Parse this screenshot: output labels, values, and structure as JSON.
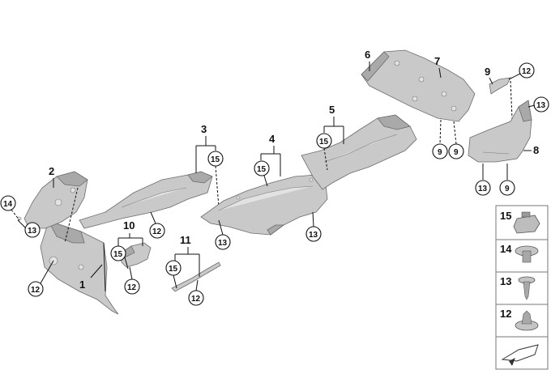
{
  "labels": {
    "p1": "1",
    "p2": "2",
    "p3": "3",
    "p4": "4",
    "p5": "5",
    "p6": "6",
    "p7": "7",
    "p8": "8",
    "p9a": "9",
    "p10": "10",
    "p11": "11"
  },
  "callouts": {
    "c14": "14",
    "c13_p2": "13",
    "c12_p1": "12",
    "c12_p3": "12",
    "c15_p3": "15",
    "c15_p10": "15",
    "c12_p10": "12",
    "c15_p11": "15",
    "c12_p11": "12",
    "c13_p4": "13",
    "c15_p4": "15",
    "c13_p4b": "13",
    "c15_p5": "15",
    "c9_a": "9",
    "c9_b": "9",
    "c13_p8": "13",
    "c9_c": "9",
    "c12_p9": "12",
    "c13_p7": "13"
  },
  "legend": {
    "items": [
      "15",
      "14",
      "13",
      "12"
    ]
  }
}
